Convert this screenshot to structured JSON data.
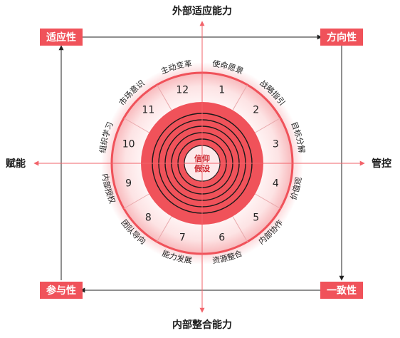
{
  "axes": {
    "top": "外部适应能力",
    "bottom": "内部整合能力",
    "left": "赋能",
    "right": "管控"
  },
  "corners": {
    "top_left": "适应性",
    "top_right": "方向性",
    "bottom_left": "参与性",
    "bottom_right": "一致性"
  },
  "core": {
    "line1": "信仰",
    "line2": "假设"
  },
  "sectors": [
    {
      "num": "1",
      "label": "使命愿景"
    },
    {
      "num": "2",
      "label": "战略指引"
    },
    {
      "num": "3",
      "label": "目标分解"
    },
    {
      "num": "4",
      "label": "价值观"
    },
    {
      "num": "5",
      "label": "内部协作"
    },
    {
      "num": "6",
      "label": "资源整合"
    },
    {
      "num": "7",
      "label": "能力发展"
    },
    {
      "num": "8",
      "label": "团队导向"
    },
    {
      "num": "9",
      "label": "内部授权"
    },
    {
      "num": "10",
      "label": "组织学习"
    },
    {
      "num": "11",
      "label": "市场意识"
    },
    {
      "num": "12",
      "label": "主动变革"
    }
  ],
  "colors": {
    "accent": "#f0525a",
    "accent_dark": "#e8353d",
    "ring_light": "#fbd2d4",
    "line": "#222222",
    "axis": "#f2636a"
  }
}
